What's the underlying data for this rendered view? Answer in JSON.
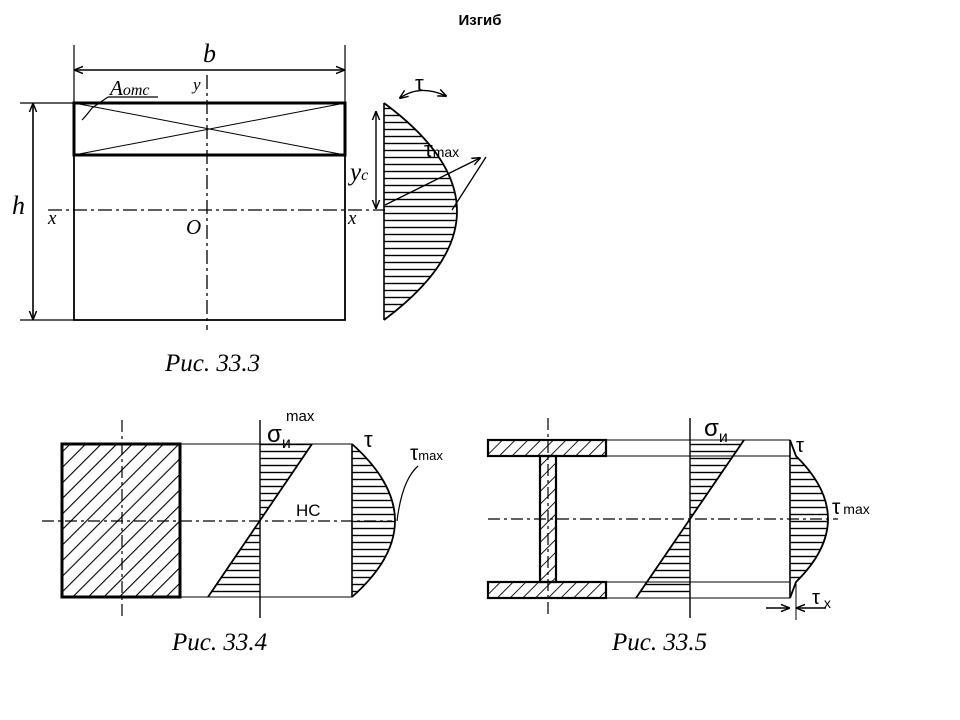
{
  "page": {
    "title": "Изгиб"
  },
  "figures": [
    {
      "caption": "Рис. 33.3",
      "labels": {
        "width": "b",
        "height": "h",
        "area": "A",
        "area_sub": "отс",
        "y_axis": "y",
        "yc": "y",
        "yc_sub": "c",
        "x_left": "x",
        "x_right": "x",
        "origin": "O",
        "tau": "τ",
        "tau_max": "τ",
        "tau_max_sub": "max"
      }
    },
    {
      "caption": "Рис. 33.4",
      "labels": {
        "sigma": "σ",
        "sigma_sub": "и",
        "sigma_sup": "max",
        "tau": "τ",
        "tau_max": "τ",
        "tau_max_sub": "max",
        "neutral": "НС"
      }
    },
    {
      "caption": "Рис. 33.5",
      "labels": {
        "sigma": "σ",
        "sigma_sub": "и",
        "tau": "τ",
        "tau_max": "τ",
        "tau_max_sub": "max",
        "tau_x": "τ",
        "tau_x_sub": "x"
      }
    }
  ]
}
